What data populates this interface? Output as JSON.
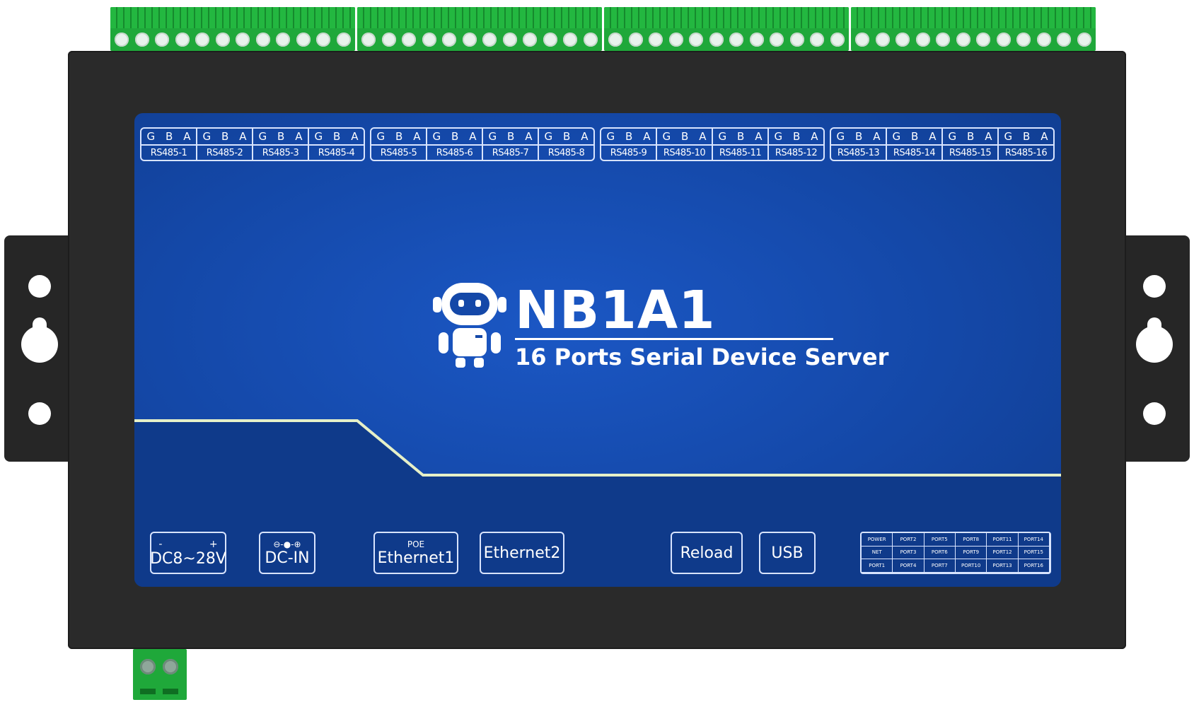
{
  "product": {
    "model": "NB1A1",
    "subtitle": "16 Ports Serial Device Server"
  },
  "rs485": {
    "pin_labels": [
      "G",
      "B",
      "A"
    ],
    "groups": [
      [
        "RS485-1",
        "RS485-2",
        "RS485-3",
        "RS485-4"
      ],
      [
        "RS485-5",
        "RS485-6",
        "RS485-7",
        "RS485-8"
      ],
      [
        "RS485-9",
        "RS485-10",
        "RS485-11",
        "RS485-12"
      ],
      [
        "RS485-13",
        "RS485-14",
        "RS485-15",
        "RS485-16"
      ]
    ]
  },
  "ports": {
    "power": {
      "minus": "-",
      "plus": "+",
      "label": "DC8~28V"
    },
    "dcin": {
      "symbol": "⊖-●-⊕",
      "label": "DC-IN"
    },
    "ethernet1": {
      "poe": "POE",
      "label": "Ethernet1"
    },
    "ethernet2": {
      "label": "Ethernet2"
    },
    "reload": {
      "label": "Reload"
    },
    "usb": {
      "label": "USB"
    }
  },
  "leds": [
    "POWER",
    "PORT2",
    "PORT5",
    "PORT8",
    "PORT11",
    "PORT14",
    "NET",
    "PORT3",
    "PORT6",
    "PORT9",
    "PORT12",
    "PORT15",
    "PORT1",
    "PORT4",
    "PORT7",
    "PORT10",
    "PORT13",
    "PORT16"
  ],
  "colors": {
    "panel_blue": "#1448a8",
    "housing": "#2a2a2a",
    "terminal_green": "#1fa83a",
    "label_white": "#ffffff"
  },
  "icons": {
    "mascot": "robot-mascot-icon"
  }
}
